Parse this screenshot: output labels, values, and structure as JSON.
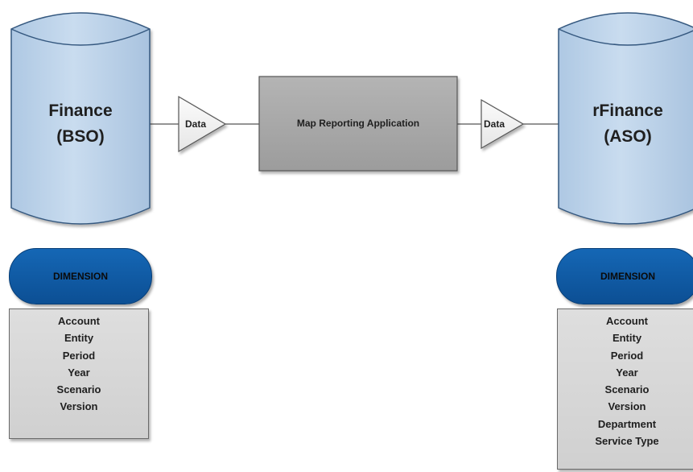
{
  "left_db": {
    "name": "Finance",
    "type": "(BSO)"
  },
  "right_db": {
    "name": "rFinance",
    "type": "(ASO)"
  },
  "flow": {
    "left_data_label": "Data",
    "application": "Map Reporting Application",
    "right_data_label": "Data"
  },
  "left_dimensions": {
    "header": "DIMENSION",
    "items": [
      "Account",
      "Entity",
      "Period",
      "Year",
      "Scenario",
      "Version"
    ]
  },
  "right_dimensions": {
    "header": "DIMENSION",
    "items": [
      "Account",
      "Entity",
      "Period",
      "Year",
      "Scenario",
      "Version",
      "Department",
      "Service Type"
    ]
  },
  "colors": {
    "cylinder_fill": "#bcd3ea",
    "pill_fill": "#1162b0",
    "app_box_fill": "#a9a9a9",
    "dim_box_fill": "#d6d6d6"
  }
}
